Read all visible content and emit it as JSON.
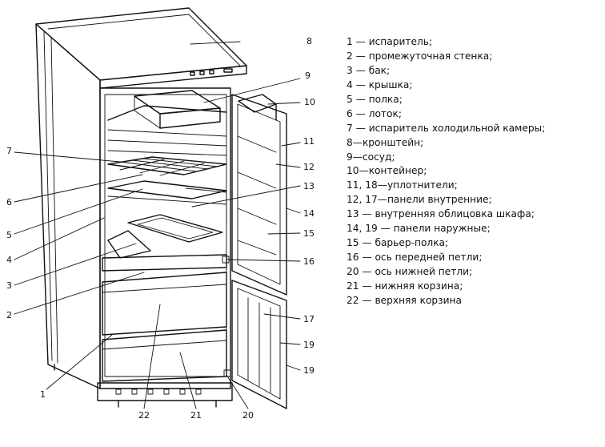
{
  "callouts": [
    "1",
    "2",
    "3",
    "4",
    "5",
    "6",
    "7",
    "8",
    "9",
    "10",
    "11",
    "12",
    "13",
    "14",
    "15",
    "16",
    "17",
    "19",
    "19",
    "20",
    "21",
    "22"
  ],
  "legend": [
    "1 — испаритель;",
    "2 — промежуточная стенка;",
    "3 — бак;",
    "4 — крышка;",
    "5 — полка;",
    "6 — лоток;",
    "7 — испаритель холодильной камеры;",
    "8—кронштейн;",
    "9—сосуд;",
    "10—контейнер;",
    "11, 18—уплотнители;",
    "12, 17—панели внутренние;",
    "13 — внутренняя облицовка шкафа;",
    "14, 19 — панели наружные;",
    "15 — барьер-полка;",
    "16 — ось передней петли;",
    "20 — ось нижней петли;",
    "21 — нижняя корзина;",
    "22 — верхняя корзина"
  ]
}
